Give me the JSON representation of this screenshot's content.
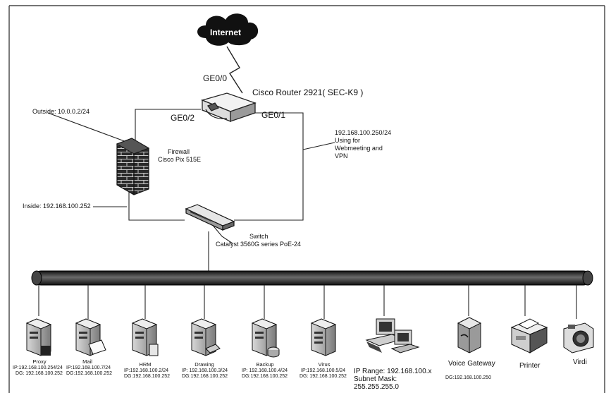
{
  "internet": {
    "label": "Internet"
  },
  "router": {
    "name": "Cisco Router 2921( SEC-K9 )",
    "ports": {
      "ge0_0": "GE0/0",
      "ge0_1": "GE0/1",
      "ge0_2": "GE0/2"
    },
    "wan_note": [
      "192.168.100.250/24",
      "Using for",
      "Webmeeting and",
      "VPN"
    ]
  },
  "firewall": {
    "title": "Firewall",
    "model": "Cisco Pix 515E",
    "outside": "Outside: 10.0.0.2/24",
    "inside": "Inside: 192.168.100.252"
  },
  "switch": {
    "title": "Switch",
    "model": "Catalyst 3560G series PoE-24"
  },
  "servers": [
    {
      "name": "Proxy",
      "ip": "IP:192.168.100.254/24",
      "dg": "DG: 192.168.100.252"
    },
    {
      "name": "Mail",
      "ip": "IP:192.168.100.7/24",
      "dg": "DG:192.168.100.252"
    },
    {
      "name": "HRM",
      "ip": "IP:192.168.100.2/24",
      "dg": "DG:192.168.100.252"
    },
    {
      "name": "Drawing",
      "ip": "IP: 192.168.100.3/24",
      "dg": "DG:192.168.100.252"
    },
    {
      "name": "Backup",
      "ip": "IP: 192.168.100.4/24",
      "dg": "DG:192.168.100.252"
    },
    {
      "name": "Virus",
      "ip": "IP:192.168.100.5/24",
      "dg": "DG: 192.168.100.252"
    }
  ],
  "workstations": {
    "ip_range": "IP Range: 192.168.100.x",
    "subnet_label": "Subnet Mask:",
    "subnet_value": "255.255.255.0"
  },
  "voice_gateway": {
    "name": "Voice Gateway",
    "dg": "DG:192.168.100.250"
  },
  "printer": {
    "name": "Printer"
  },
  "virdi": {
    "name": "Virdi"
  },
  "colors": {
    "line": "#222222",
    "bus": "#2a2a2a",
    "device": "#3a3a3a"
  },
  "icons": [
    "cloud-icon",
    "router-icon",
    "firewall-icon",
    "switch-icon",
    "server-icon",
    "workstation-icon",
    "voice-gateway-icon",
    "printer-icon",
    "camera-icon"
  ]
}
